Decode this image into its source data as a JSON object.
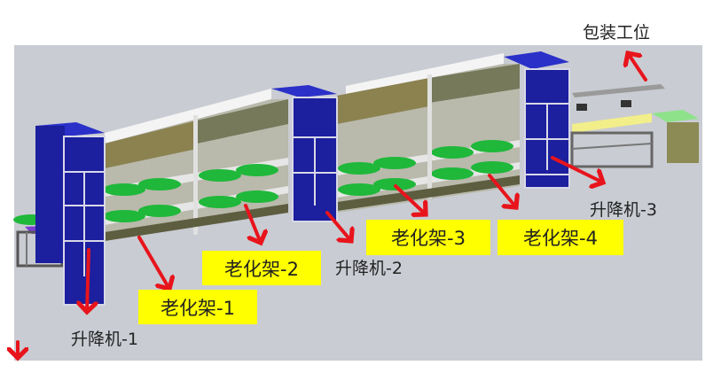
{
  "labels": {
    "packing_station": "包装工位",
    "lift_1": "升降机-1",
    "lift_2": "升降机-2",
    "lift_3": "升降机-3",
    "rack_1": "老化架-1",
    "rack_2": "老化架-2",
    "rack_3": "老化架-3",
    "rack_4": "老化架-4"
  },
  "colors": {
    "background": "#c9ccd3",
    "lift_blue": "#1c1f9e",
    "tray_green": "#1fb83a",
    "arrow_red": "#e8141c",
    "label_yellow": "#ffff00"
  }
}
